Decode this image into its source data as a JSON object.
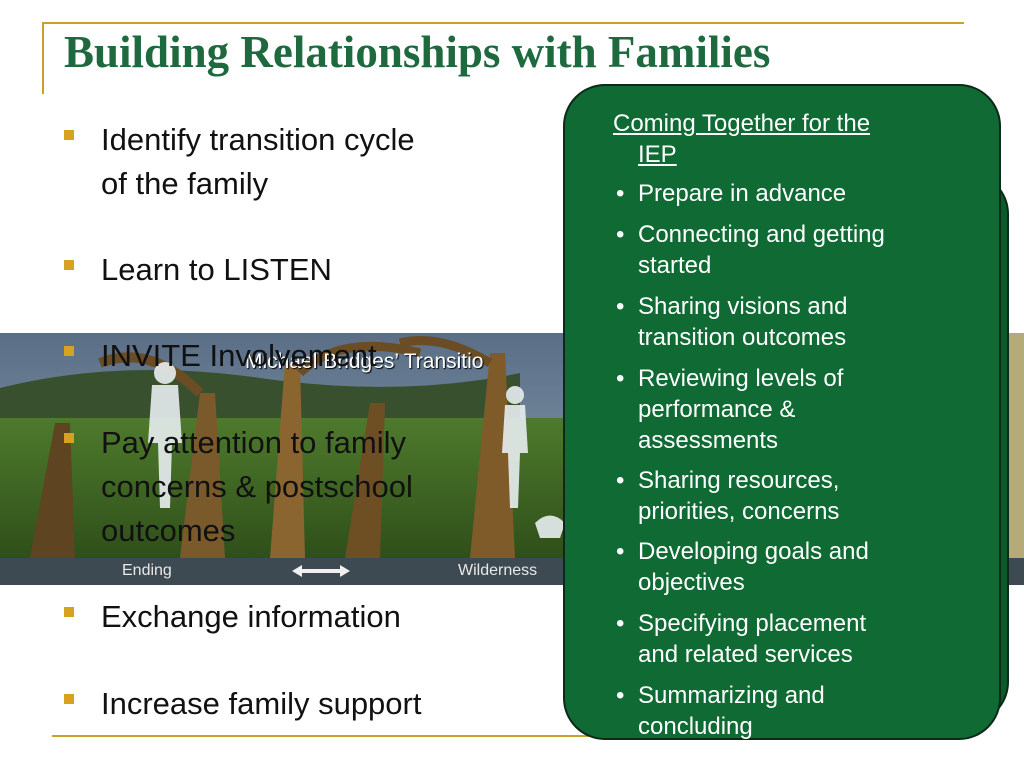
{
  "slide": {
    "title": "Building Relationships with Families",
    "bullets": [
      {
        "line1": "Identify transition cycle",
        "line2": "of the family"
      },
      {
        "line1": "Learn to LISTEN",
        "line2": ""
      },
      {
        "line1": "INVITE Involvement",
        "line2": ""
      },
      {
        "line1": "Pay attention to family",
        "line2": "concerns & postschool",
        "line3": "outcomes"
      },
      {
        "line1": "Exchange information",
        "line2": ""
      },
      {
        "line1": "Increase family support",
        "line2": ""
      }
    ]
  },
  "banner": {
    "title": "Michael Bridges’ Transitio",
    "label_ending": "Ending",
    "label_wilderness": "Wilderness"
  },
  "callout": {
    "heading_line1": "Coming Together for the",
    "heading_line2": "IEP",
    "items": [
      {
        "l1": "Prepare in advance",
        "l2": ""
      },
      {
        "l1": "Connecting and getting",
        "l2": "started"
      },
      {
        "l1": "Sharing visions and",
        "l2": "transition outcomes"
      },
      {
        "l1": "Reviewing levels of",
        "l2": "performance &",
        "l3": "assessments"
      },
      {
        "l1": "Sharing resources,",
        "l2": "priorities, concerns"
      },
      {
        "l1": "Developing goals and",
        "l2": "objectives"
      },
      {
        "l1": "Specifying placement",
        "l2": "and related services"
      },
      {
        "l1": "Summarizing and",
        "l2": "concluding"
      }
    ],
    "bullet_glyph": "•"
  },
  "colors": {
    "title": "#1e6a3e",
    "accent_gold": "#c8a02a",
    "callout_green": "#0f6a33"
  }
}
